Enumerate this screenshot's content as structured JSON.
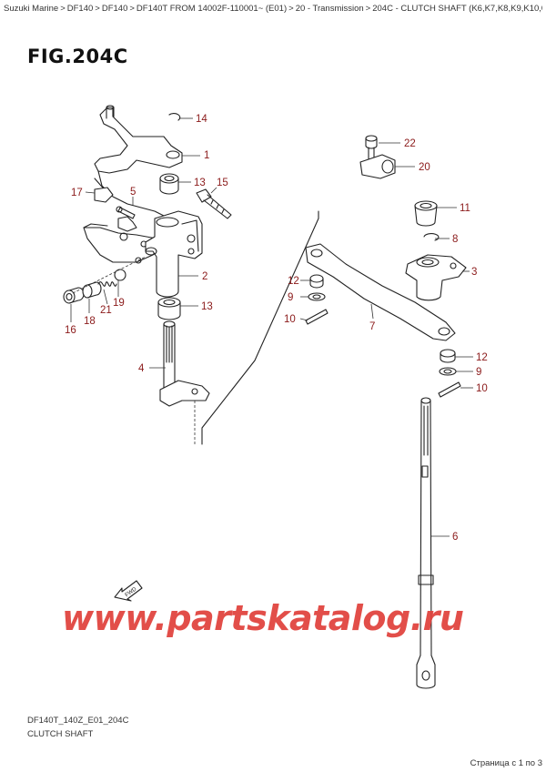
{
  "breadcrumb": {
    "items": [
      "Suzuki Marine",
      "DF140",
      "DF140",
      "DF140T FROM 14002F-110001~ (E01)",
      "20 - Transmission",
      "204C - CLUTCH SHAFT (K6,K7,K8,K9,K10,011)"
    ],
    "separator": ">"
  },
  "figure": {
    "title": "FIG.204C",
    "code": "DF140T_140Z_E01_204C",
    "caption": "CLUTCH SHAFT",
    "fwd_label": "FWD"
  },
  "callouts": [
    "1",
    "2",
    "3",
    "4",
    "5",
    "6",
    "7",
    "8",
    "9",
    "9",
    "10",
    "10",
    "11",
    "12",
    "12",
    "13",
    "13",
    "14",
    "15",
    "16",
    "17",
    "18",
    "19",
    "20",
    "21",
    "22"
  ],
  "watermark": "www.partskatalog.ru",
  "pager": "Страница с 1 по 3",
  "colors": {
    "callout": "#8b1a1a",
    "watermark": "#e0403a",
    "line": "#222222"
  }
}
